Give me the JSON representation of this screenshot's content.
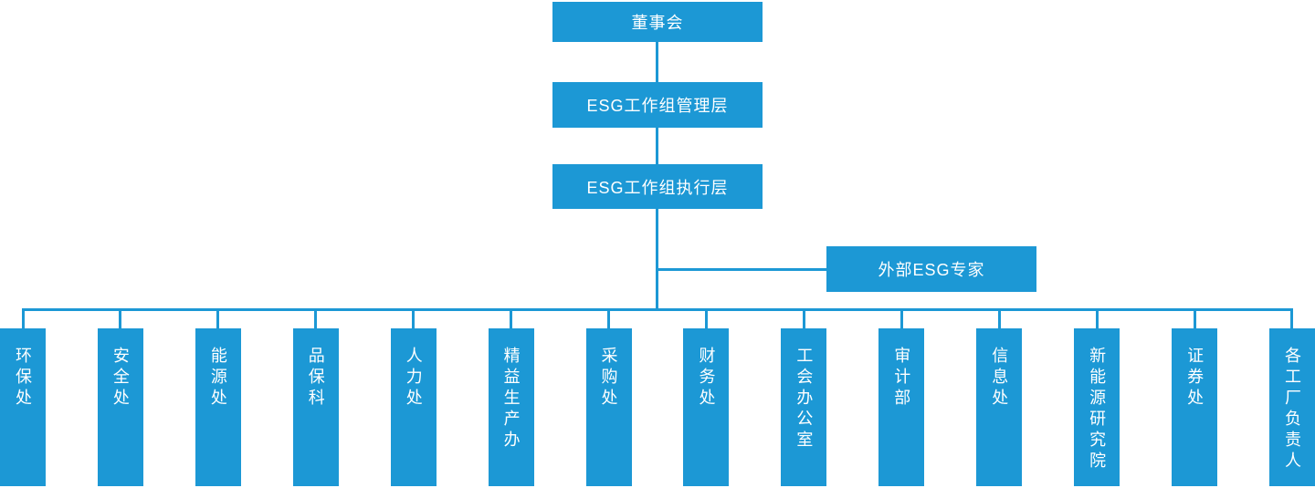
{
  "colors": {
    "primary": "#1C98D5",
    "text_on_primary": "#FFFFFF",
    "background": "#FFFFFF"
  },
  "org_chart": {
    "hierarchy": [
      {
        "label": "董事会"
      },
      {
        "label": "ESG工作组管理层"
      },
      {
        "label": "ESG工作组执行层"
      }
    ],
    "advisor": {
      "label": "外部ESG专家"
    },
    "departments": [
      {
        "label": "环保处"
      },
      {
        "label": "安全处"
      },
      {
        "label": "能源处"
      },
      {
        "label": "品保科"
      },
      {
        "label": "人力处"
      },
      {
        "label": "精益生产办"
      },
      {
        "label": "采购处"
      },
      {
        "label": "财务处"
      },
      {
        "label": "工会办公室"
      },
      {
        "label": "审计部"
      },
      {
        "label": "信息处"
      },
      {
        "label": "新能源研究院"
      },
      {
        "label": "证券处"
      },
      {
        "label": "各工厂负责人"
      }
    ]
  }
}
